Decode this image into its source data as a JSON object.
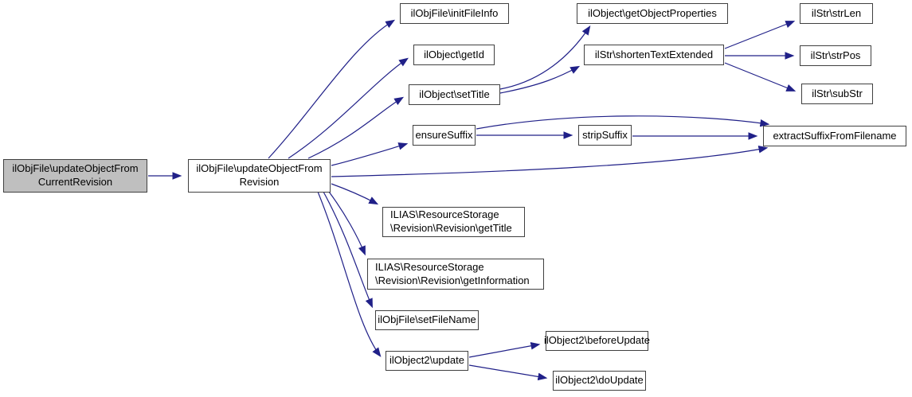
{
  "diagram": {
    "type": "call-graph",
    "edge_color": "#202088",
    "node_border_color": "#404040",
    "highlight_fill": "#bfbfbf",
    "nodes": [
      {
        "id": "update-object-from-current-revision",
        "label": [
          "ilObjFile\\updateObjectFrom",
          "CurrentRevision"
        ],
        "highlighted": true
      },
      {
        "id": "update-object-from-revision",
        "label": [
          "ilObjFile\\updateObjectFrom",
          "Revision"
        ],
        "highlighted": false
      },
      {
        "id": "init-file-info",
        "label": "ilObjFile\\initFileInfo",
        "highlighted": false
      },
      {
        "id": "get-id",
        "label": "ilObject\\getId",
        "highlighted": false
      },
      {
        "id": "set-title",
        "label": "ilObject\\setTitle",
        "highlighted": false
      },
      {
        "id": "get-object-properties",
        "label": "ilObject\\getObjectProperties",
        "highlighted": false
      },
      {
        "id": "shorten-text-extended",
        "label": "ilStr\\shortenTextExtended",
        "highlighted": false
      },
      {
        "id": "str-len",
        "label": "ilStr\\strLen",
        "highlighted": false
      },
      {
        "id": "str-pos",
        "label": "ilStr\\strPos",
        "highlighted": false
      },
      {
        "id": "sub-str",
        "label": "ilStr\\subStr",
        "highlighted": false
      },
      {
        "id": "ensure-suffix",
        "label": "ensureSuffix",
        "highlighted": false
      },
      {
        "id": "strip-suffix",
        "label": "stripSuffix",
        "highlighted": false
      },
      {
        "id": "extract-suffix-from-filename",
        "label": "extractSuffixFromFilename",
        "highlighted": false
      },
      {
        "id": "revision-get-title",
        "label": [
          "ILIAS\\ResourceStorage",
          "\\Revision\\Revision\\getTitle"
        ],
        "highlighted": false
      },
      {
        "id": "revision-get-information",
        "label": [
          "ILIAS\\ResourceStorage",
          "\\Revision\\Revision\\getInformation"
        ],
        "highlighted": false
      },
      {
        "id": "set-file-name",
        "label": "ilObjFile\\setFileName",
        "highlighted": false
      },
      {
        "id": "update",
        "label": "ilObject2\\update",
        "highlighted": false
      },
      {
        "id": "before-update",
        "label": "ilObject2\\beforeUpdate",
        "highlighted": false
      },
      {
        "id": "do-update",
        "label": "ilObject2\\doUpdate",
        "highlighted": false
      }
    ],
    "edges": [
      [
        "update-object-from-current-revision",
        "update-object-from-revision"
      ],
      [
        "update-object-from-revision",
        "init-file-info"
      ],
      [
        "update-object-from-revision",
        "get-id"
      ],
      [
        "update-object-from-revision",
        "set-title"
      ],
      [
        "update-object-from-revision",
        "ensure-suffix"
      ],
      [
        "update-object-from-revision",
        "extract-suffix-from-filename"
      ],
      [
        "update-object-from-revision",
        "revision-get-title"
      ],
      [
        "update-object-from-revision",
        "revision-get-information"
      ],
      [
        "update-object-from-revision",
        "set-file-name"
      ],
      [
        "update-object-from-revision",
        "update"
      ],
      [
        "set-title",
        "get-object-properties"
      ],
      [
        "set-title",
        "shorten-text-extended"
      ],
      [
        "shorten-text-extended",
        "str-len"
      ],
      [
        "shorten-text-extended",
        "str-pos"
      ],
      [
        "shorten-text-extended",
        "sub-str"
      ],
      [
        "ensure-suffix",
        "strip-suffix"
      ],
      [
        "ensure-suffix",
        "extract-suffix-from-filename"
      ],
      [
        "strip-suffix",
        "extract-suffix-from-filename"
      ],
      [
        "update",
        "before-update"
      ],
      [
        "update",
        "do-update"
      ]
    ]
  }
}
